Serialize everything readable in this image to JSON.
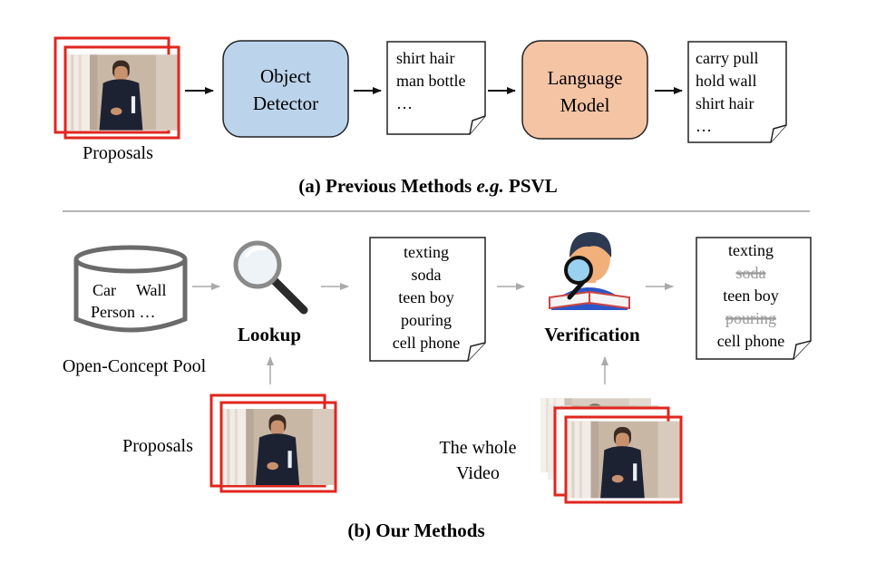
{
  "part_a": {
    "proposals_label": "Proposals",
    "object_detector": [
      "Object",
      "Detector"
    ],
    "language_model": [
      "Language",
      "Model"
    ],
    "doc1_lines": [
      "shirt hair",
      "man bottle",
      "…"
    ],
    "doc2_lines": [
      "carry pull",
      "hold wall",
      "shirt hair",
      "…"
    ],
    "caption_prefix": "(a) Previous Methods ",
    "caption_eg": "e.g.",
    "caption_suffix": " PSVL"
  },
  "part_b": {
    "pool_line1_left": "Car",
    "pool_line1_right": "Wall",
    "pool_line2": "Person …",
    "pool_label": "Open-Concept Pool",
    "lookup_label": "Lookup",
    "verification_label": "Verification",
    "proposals_label": "Proposals",
    "video_label": [
      "The whole",
      "Video"
    ],
    "doc3_lines": [
      "texting",
      "soda",
      "teen boy",
      "pouring",
      "cell phone"
    ],
    "doc4_lines": [
      {
        "text": "texting",
        "struck": false
      },
      {
        "text": "soda",
        "struck": true
      },
      {
        "text": "teen boy",
        "struck": false
      },
      {
        "text": "pouring",
        "struck": true
      },
      {
        "text": "cell phone",
        "struck": false
      }
    ],
    "caption": "(b) Our Methods"
  },
  "colors": {
    "detector_fill": "#bcd3ec",
    "lm_fill": "#f4c4a5",
    "frame_border": "#e0261e",
    "arrow_dark": "#111111",
    "arrow_light": "#aaaaaa",
    "struck_text": "#9a9a9a",
    "person_shirt": "#2b56c8",
    "person_skin": "#f1b07a",
    "person_hair": "#2d3a52"
  }
}
